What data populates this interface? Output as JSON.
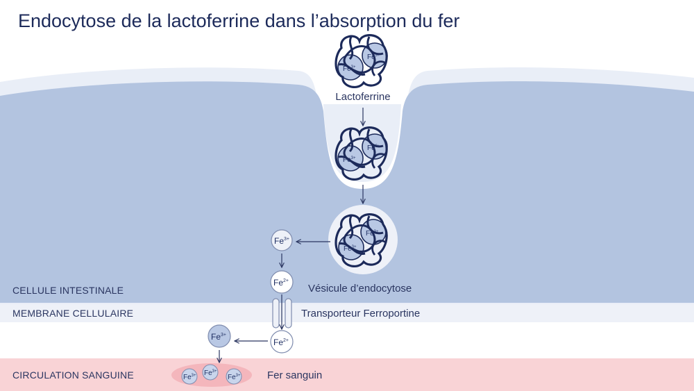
{
  "title": "Endocytose de la lactoferrine dans l’absorption du fer",
  "labels": {
    "lactoferrine": "Lactoferrine",
    "vesicule": "Vésicule d’endocytose",
    "transporteur": "Transporteur Ferroportine",
    "fer_sanguin": "Fer sanguin"
  },
  "zones": {
    "cellule": "CELLULE INTESTINALE",
    "membrane": "MEMBRANE CELLULAIRE",
    "circulation": "CIRCULATION SANGUINE"
  },
  "ions": {
    "fe3_base": "Fe",
    "fe3_charge": "3+",
    "fe2_base": "Fe",
    "fe2_charge": "2+"
  },
  "colors": {
    "cell": "#b3c4e0",
    "membrane": "#eef1f8",
    "blood": "#f9d3d6",
    "blood_cluster": "#f4b6bc",
    "navy": "#1f2f63",
    "ion_fill": "#b9c8e4"
  }
}
